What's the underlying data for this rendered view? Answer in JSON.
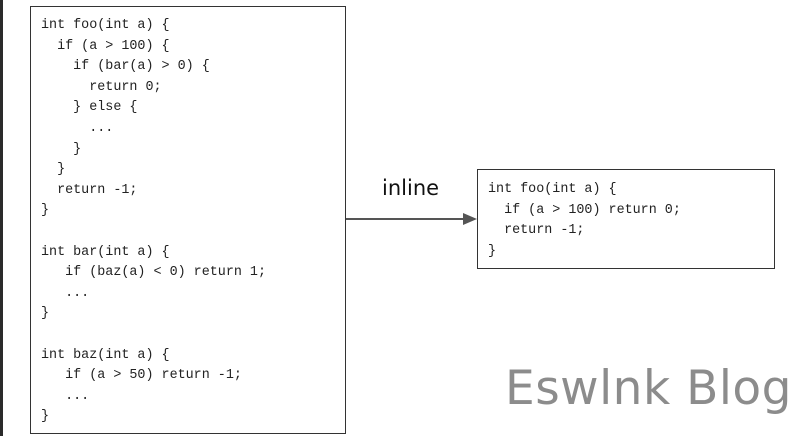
{
  "before_code": [
    "int foo(int a) {",
    "  if (a > 100) {",
    "    if (bar(a) > 0) {",
    "      return 0;",
    "    } else {",
    "      ...",
    "    }",
    "  }",
    "  return -1;",
    "}",
    "",
    "int bar(int a) {",
    "   if (baz(a) < 0) return 1;",
    "   ...",
    "}",
    "",
    "int baz(int a) {",
    "   if (a > 50) return -1;",
    "   ...",
    "}"
  ],
  "after_code": [
    "int foo(int a) {",
    "  if (a > 100) return 0;",
    "  return -1;",
    "}"
  ],
  "arrow_label": "inline",
  "watermark": "Eswlnk Blog",
  "colors": {
    "border": "#333333",
    "arrow": "#555555",
    "code_text": "#222222",
    "watermark": "#8c8c8c"
  }
}
